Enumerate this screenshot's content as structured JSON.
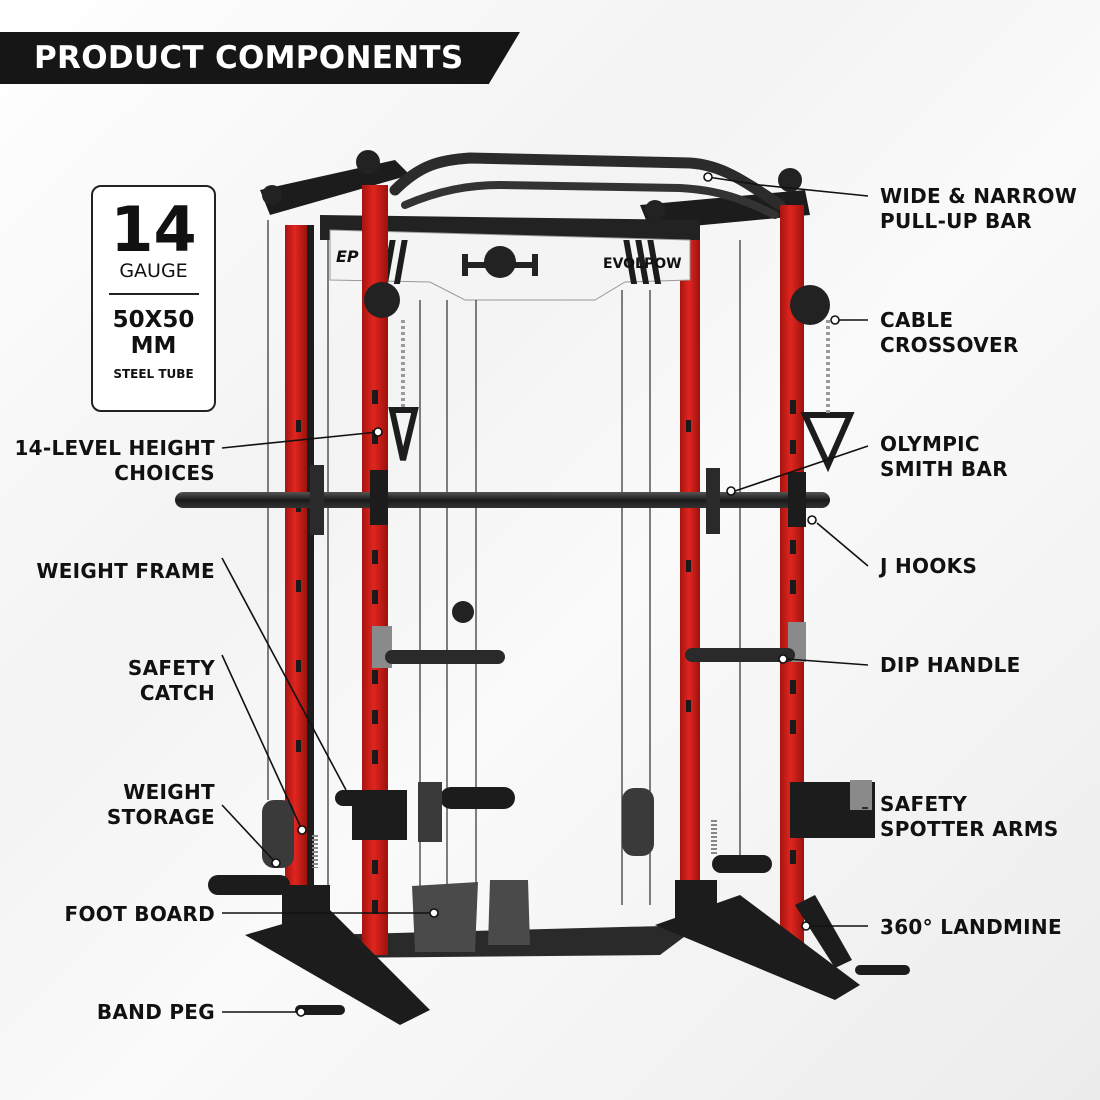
{
  "header": {
    "title": "PRODUCT COMPONENTS"
  },
  "spec": {
    "gauge_number": "14",
    "gauge_unit": "GAUGE",
    "tube_size": "50X50",
    "tube_unit": "MM",
    "tube_material": "STEEL TUBE"
  },
  "brand": {
    "logo_mark": "EP",
    "name": "EVOLPOW"
  },
  "left_labels": [
    {
      "id": "height-choices",
      "text": "14-LEVEL HEIGHT\nCHOICES"
    },
    {
      "id": "weight-frame",
      "text": "WEIGHT FRAME"
    },
    {
      "id": "safety-catch",
      "text": "SAFETY\nCATCH"
    },
    {
      "id": "weight-storage",
      "text": "WEIGHT\nSTORAGE"
    },
    {
      "id": "foot-board",
      "text": "FOOT BOARD"
    },
    {
      "id": "band-peg",
      "text": "BAND PEG"
    }
  ],
  "right_labels": [
    {
      "id": "pull-up-bar",
      "text": "WIDE & NARROW\nPULL-UP BAR"
    },
    {
      "id": "cable-crossover",
      "text": "CABLE\nCROSSOVER"
    },
    {
      "id": "smith-bar",
      "text": "OLYMPIC\nSMITH BAR"
    },
    {
      "id": "j-hooks",
      "text": "J HOOKS"
    },
    {
      "id": "dip-handle",
      "text": "DIP HANDLE"
    },
    {
      "id": "spotter-arms",
      "text": "SAFETY\nSPOTTER ARMS"
    },
    {
      "id": "landmine",
      "text": "360° LANDMINE"
    }
  ],
  "colors": {
    "frame_red": "#d4201b",
    "frame_black": "#1c1c1c",
    "steel_gray": "#7a7a7a",
    "banner_bg": "#161616"
  }
}
